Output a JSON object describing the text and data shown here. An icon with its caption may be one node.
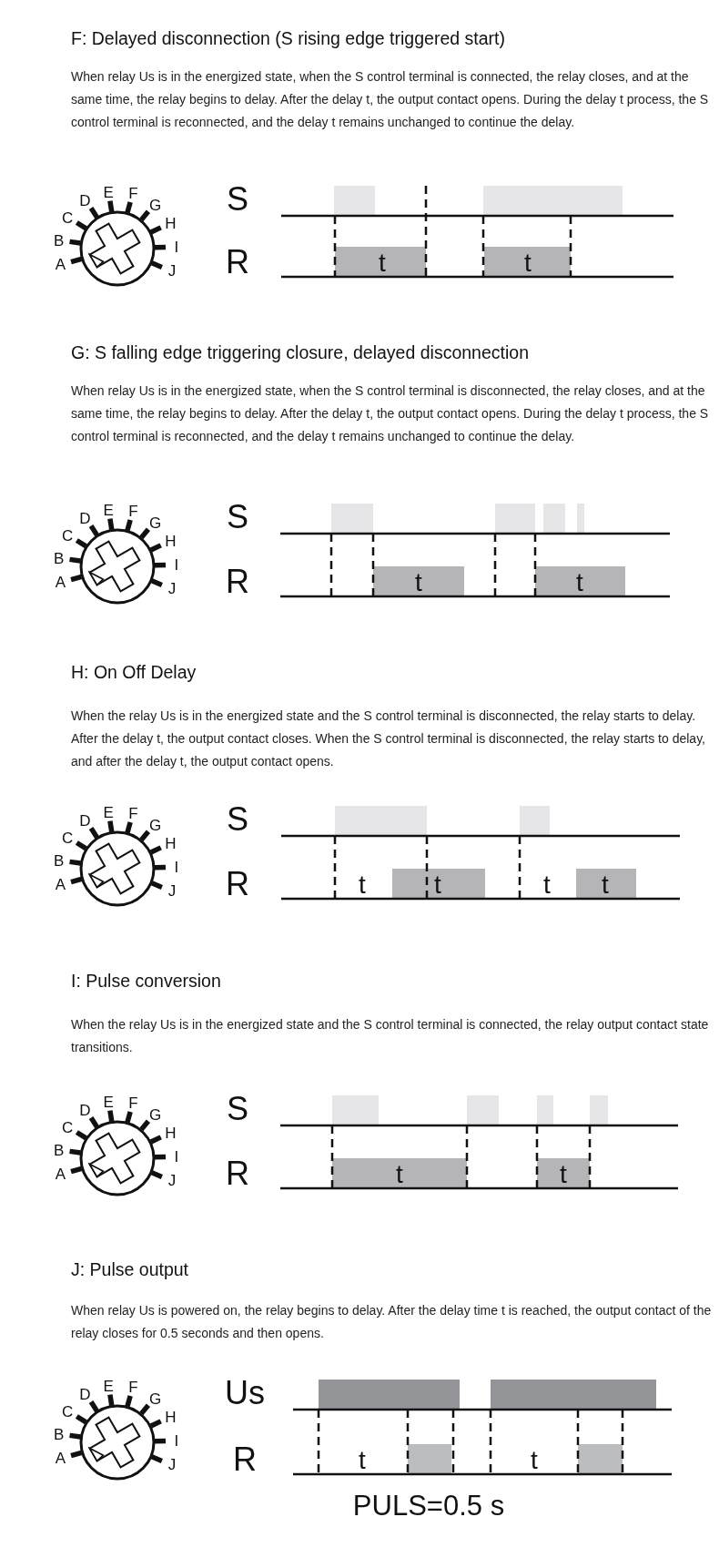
{
  "diagram": {
    "labels": [
      "F: Delayed disconnection (S rising edge triggered start)",
      "When relay Us is in the energized state, when the S control terminal is connected, the relay closes, and at the same time, the relay begins to delay. After the delay t, the output contact opens. During the delay t process, the S control terminal is reconnected, and the delay t remains unchanged to continue the delay.",
      "E",
      "F",
      "D",
      "G",
      "C",
      "H",
      "B",
      "I",
      "A",
      "J",
      "S",
      "R",
      "t",
      "t",
      "G: S falling edge triggering closure, delayed disconnection",
      "When relay Us is in the energized state, when the S control terminal is disconnected, the relay closes, and at the same time, the relay begins to delay. After the delay t, the output contact opens. During the delay t process, the S control terminal is reconnected, and the delay t remains unchanged to continue the delay.",
      "E",
      "F",
      "D",
      "G",
      "C",
      "H",
      "B",
      "I",
      "A",
      "J",
      "S",
      "R",
      "t",
      "t",
      "H: On Off Delay",
      "When the relay Us is in the energized state and the S control terminal is disconnected, the relay starts to delay. After the delay t, the output contact closes. When the S control terminal is disconnected, the relay starts to delay, and after the delay t, the output contact opens.",
      "E",
      "F",
      "D",
      "G",
      "C",
      "H",
      "B",
      "I",
      "A",
      "J",
      "S",
      "R",
      "t",
      "t",
      "t",
      "t",
      "I: Pulse conversion",
      "When the relay Us is in the energized state and the S control terminal is connected, the relay output contact state transitions.",
      "E",
      "F",
      "D",
      "G",
      "C",
      "H",
      "B",
      "I",
      "A",
      "J",
      "S",
      "R",
      "t",
      "t",
      "J: Pulse output",
      "When relay Us is powered on, the relay begins to delay. After the delay time t is reached, the output contact of the relay closes for 0.5 seconds and then opens.",
      "E",
      "F",
      "D",
      "G",
      "C",
      "H",
      "B",
      "I",
      "A",
      "J",
      "Us",
      "R",
      "t",
      "t",
      "PULS=0.5 s"
    ]
  }
}
